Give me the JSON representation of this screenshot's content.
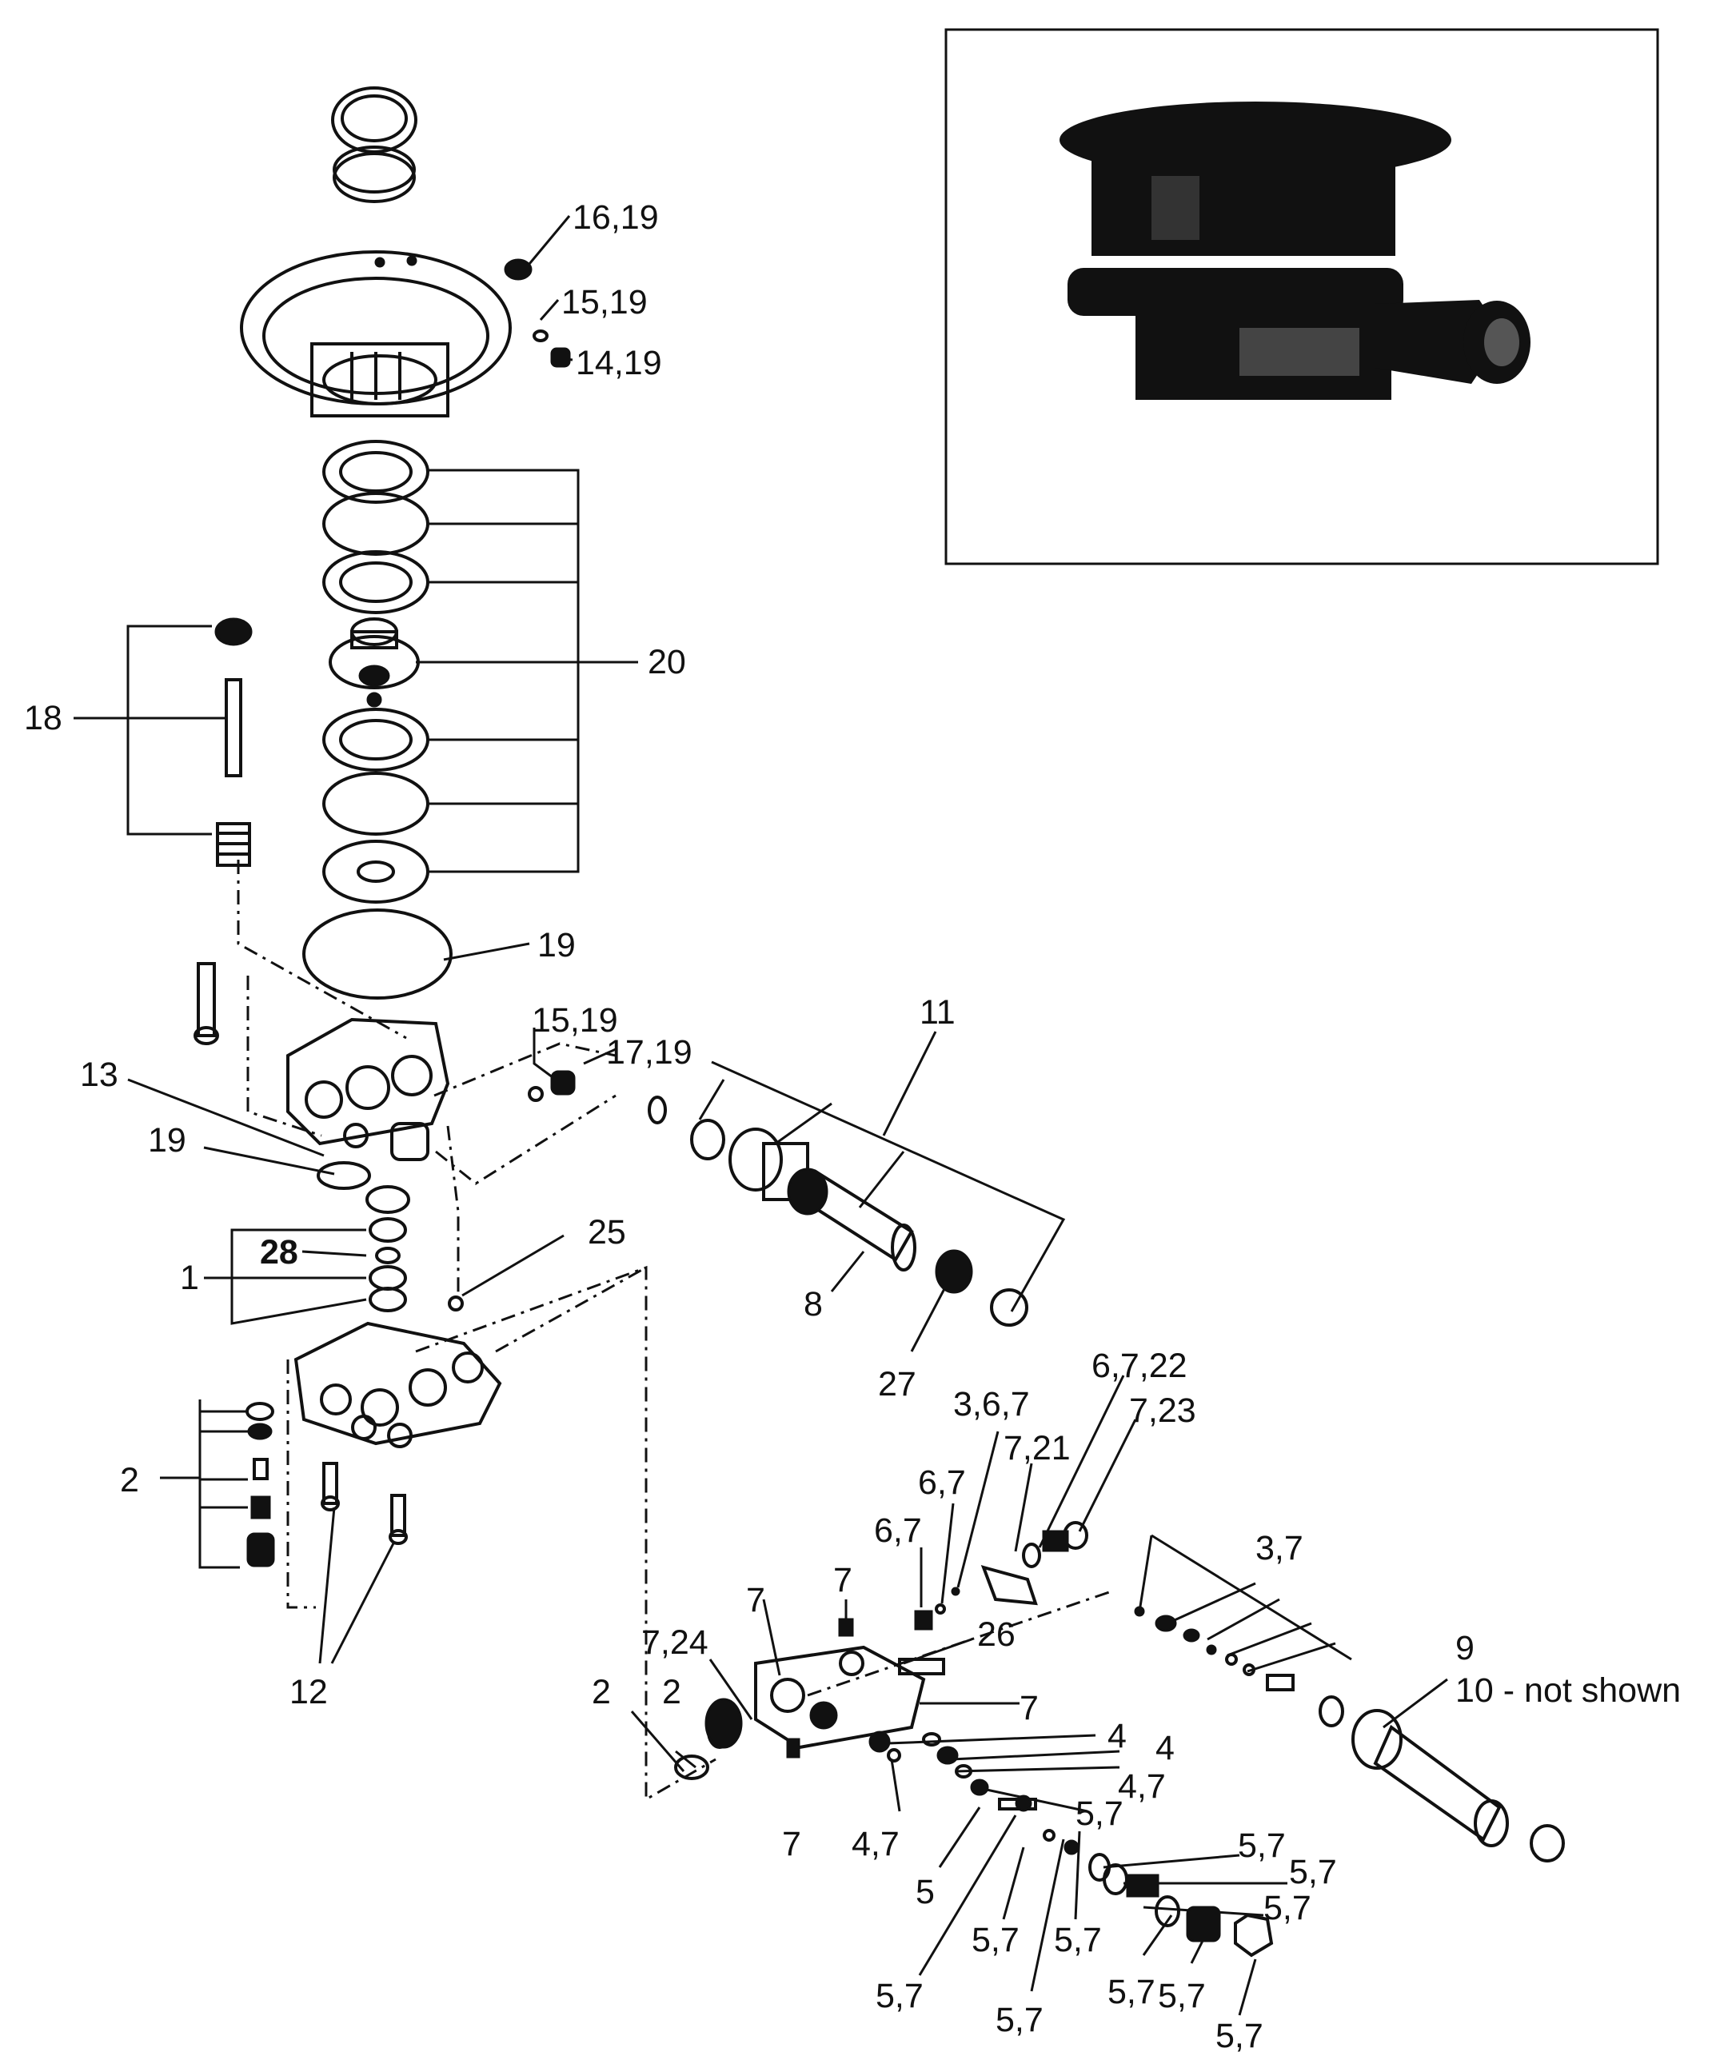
{
  "diagram": {
    "inset": {
      "photo": "pump-assembly-photo"
    },
    "callouts": {
      "c_16_19": "16,19",
      "c_15_19_top": "15,19",
      "c_14_19": "14,19",
      "c_20": "20",
      "c_18": "18",
      "c_19_mid": "19",
      "c_15_19_mid": "15,19",
      "c_17_19": "17,19",
      "c_11": "11",
      "c_13": "13",
      "c_19_low": "19",
      "c_28": "28",
      "c_25": "25",
      "c_1": "1",
      "c_8": "8",
      "c_27": "27",
      "c_2_left": "2",
      "c_12": "12",
      "c_6_7_22": "6,7,22",
      "c_7_23": "7,23",
      "c_3_6_7": "3,6,7",
      "c_7_21": "7,21",
      "c_6_7_a": "6,7",
      "c_6_7_b": "6,7",
      "c_3_7": "3,7",
      "c_7_a": "7",
      "c_7_b": "7",
      "c_26": "26",
      "c_9": "9",
      "c_10": "10 - not shown",
      "c_7_24": "7,24",
      "c_2_a": "2",
      "c_2_b": "2",
      "c_7_c": "7",
      "c_4_a": "4",
      "c_4_b": "4",
      "c_4_7_a": "4,7",
      "c_5_7_a": "5,7",
      "c_7_d": "7",
      "c_4_7_b": "4,7",
      "c_5": "5",
      "c_5_7_b": "5,7",
      "c_5_7_c": "5,7",
      "c_5_7_d": "5,7",
      "c_5_7_e": "5,7",
      "c_5_7_f": "5,7",
      "c_5_7_g": "5,7",
      "c_5_7_h": "5,7",
      "c_5_7_i": "5,7",
      "c_5_7_j": "5,7",
      "c_5_7_k": "5,7"
    }
  }
}
